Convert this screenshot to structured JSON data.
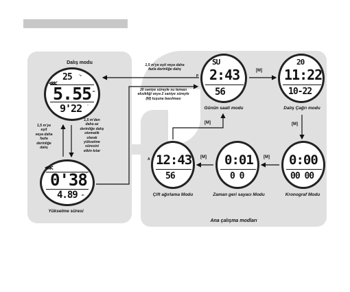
{
  "left_panel": {
    "title": "Dalış modu",
    "top_watch": {
      "line1": "25",
      "line1_unit": "°c",
      "line2": "5.55",
      "line2_unit": "m",
      "line3": "9'22",
      "line3_unit": "\""
    },
    "bottom_watch": {
      "line2": "0'38",
      "line2_unit": "\"",
      "line3": "4.89",
      "line3_unit": "m"
    },
    "bottom_label": "Yükselme süresi",
    "note_left": [
      "1,5 m'ye",
      "eşit",
      "veya daha",
      "fazla",
      "derinliğe",
      "dalış"
    ],
    "note_right": [
      "1,5 m'den",
      "daha az",
      "derinliğe dalış",
      "otomatik",
      "olarak",
      "yükselme",
      "süresini",
      "etkin kılar"
    ]
  },
  "right_panel": {
    "title": "Ana çalışma modları",
    "watch_time": {
      "line1": "SU",
      "line2": "2:43",
      "line3": "56",
      "label": "Günün saati modu"
    },
    "watch_dive_alarm": {
      "line1": "20",
      "line2": "11:22",
      "line3": "10-22",
      "label": "Dalış Çağrı modu"
    },
    "watch_chrono": {
      "line2": "0:00",
      "line3": "00 00",
      "label": "Kronograf Modu"
    },
    "watch_countdown": {
      "line2": "0:01",
      "line3": "0 0",
      "label": "Zaman geri sayacı Modu"
    },
    "watch_dual": {
      "line2": "12:43",
      "line3": "56",
      "label": "Çift ağırlama Modu"
    },
    "m_labels": [
      "[M]",
      "[M]",
      "[M]",
      "[M]",
      "[M]"
    ]
  },
  "notes": {
    "top": [
      "1,5 m'ye eşit veya daha",
      "fazla derinliğe dalış"
    ],
    "middle": [
      "30 saniye süreyle su teması",
      "eksikliği veya 2 saniye süreyle",
      "(M) tuşuna basılması"
    ]
  }
}
